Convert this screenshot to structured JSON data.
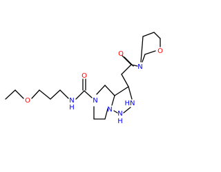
{
  "molecule": {
    "colors": {
      "bond": "#000000",
      "oxygen": "#ff0000",
      "nitrogen": "#0000ff",
      "background": "#ffffff"
    },
    "atoms": {
      "o_ether": "O",
      "n_amide": "N",
      "h_amide": "H",
      "o_carbonyl_amide": "O",
      "n_ring": "N",
      "n_bridge": "N",
      "n_h": "N",
      "h_n_lower": "H",
      "hn_upper": "HN",
      "o_ketone": "O",
      "n_morpholine": "N",
      "o_morpholine": "O"
    }
  }
}
